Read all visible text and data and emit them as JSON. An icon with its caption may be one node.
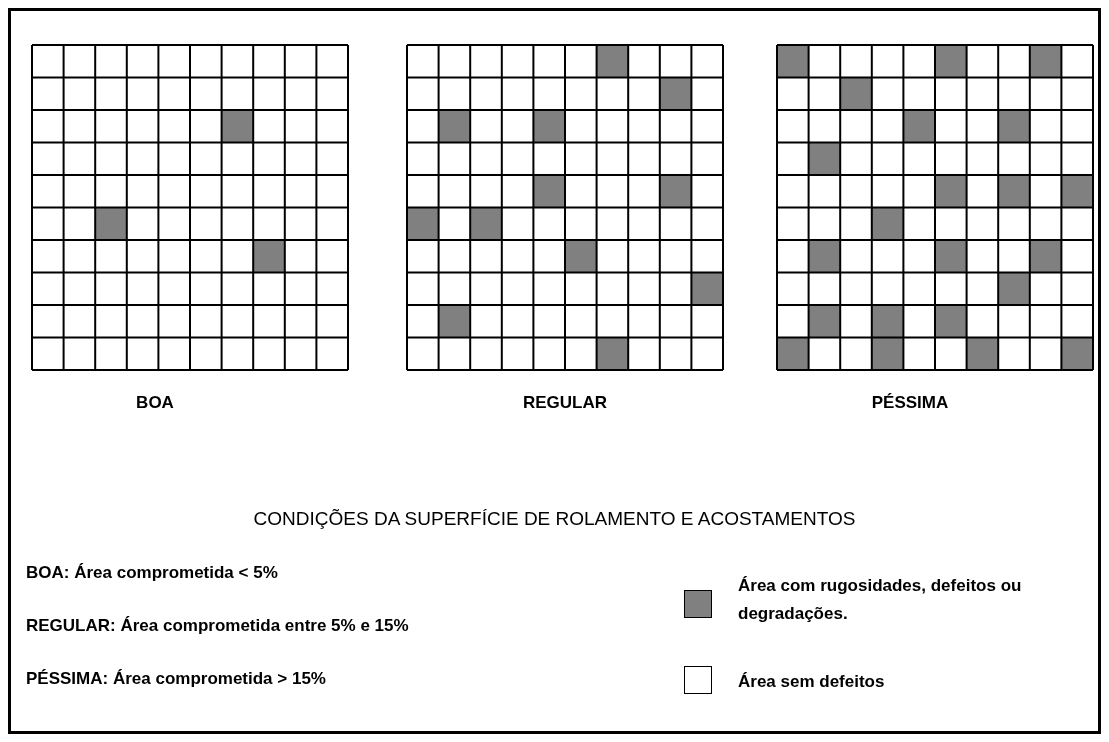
{
  "diagram": {
    "title": "CONDIÇÕES DA SUPERFÍCIE DE ROLAMENTO E ACOSTAMENTOS",
    "nodes": [
      {
        "text": [
          "BOA"
        ]
      },
      {
        "text": [
          "REGULAR"
        ]
      },
      {
        "text": [
          "PÉSSIMA"
        ]
      }
    ],
    "labels": [
      "BOA: Área comprometida < 5%",
      "REGULAR: Área comprometida entre 5% e 15%",
      "PÉSSIMA: Área comprometida > 15%"
    ],
    "legend": [
      {
        "text": "Área com rugosidades, defeitos ou degradações.",
        "color": "#808080"
      },
      {
        "text": "Área sem defeitos",
        "color": "#ffffff"
      }
    ]
  }
}
